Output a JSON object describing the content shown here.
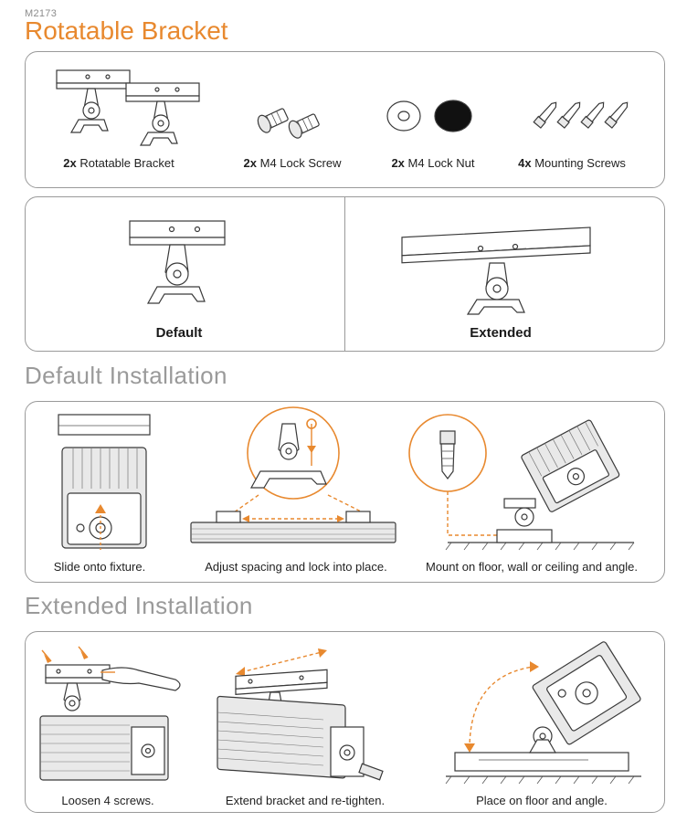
{
  "header": {
    "code": "M2173",
    "title": "Rotatable Bracket"
  },
  "contents": {
    "items": [
      {
        "qty": "2x",
        "label": "Rotatable Bracket"
      },
      {
        "qty": "2x",
        "label": "M4 Lock Screw"
      },
      {
        "qty": "2x",
        "label": "M4 Lock Nut"
      },
      {
        "qty": "4x",
        "label": "Mounting Screws"
      }
    ]
  },
  "modes": {
    "default_label": "Default",
    "extended_label": "Extended"
  },
  "default_installation": {
    "title": "Default Installation",
    "steps": [
      "Slide onto fixture.",
      "Adjust spacing and lock into place.",
      "Mount on floor, wall or ceiling and angle."
    ]
  },
  "extended_installation": {
    "title": "Extended Installation",
    "steps": [
      "Loosen 4 screws.",
      "Extend bracket and re-tighten.",
      "Place on floor and angle."
    ]
  },
  "colors": {
    "accent": "#e8892f",
    "section_title": "#9a9a9a",
    "panel_border": "#9a9a9a"
  }
}
